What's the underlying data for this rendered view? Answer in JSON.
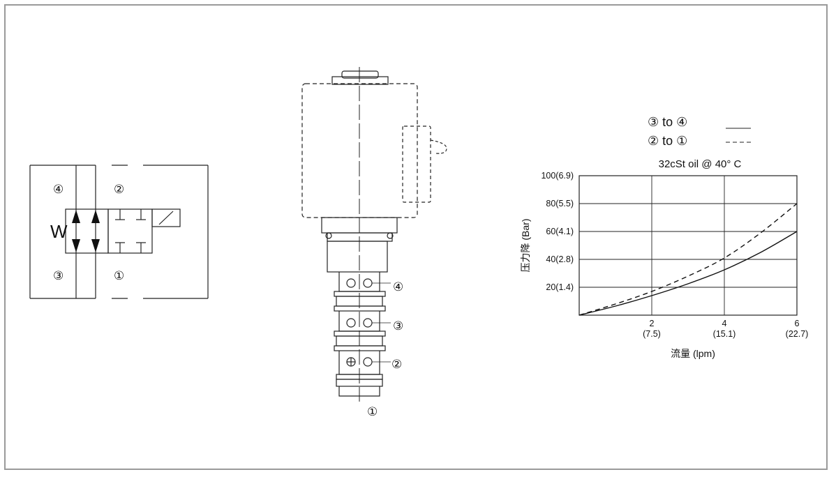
{
  "schematic": {
    "spring_label": "W",
    "ports": [
      "④",
      "②",
      "③",
      "①"
    ]
  },
  "valve_body": {
    "ports": [
      "④",
      "③",
      "②",
      "①"
    ]
  },
  "chart_data": {
    "type": "line",
    "title": "32cSt oil @ 40°  C",
    "legend": [
      {
        "label": "③ to ④",
        "style": "solid"
      },
      {
        "label": "② to ①",
        "style": "dashed"
      }
    ],
    "ylabel": "压力降 (Bar)",
    "xlabel": "流量 (lpm)",
    "x_ticks": [
      {
        "value": 2,
        "top": "2",
        "bottom": "(7.5)"
      },
      {
        "value": 4,
        "top": "4",
        "bottom": "(15.1)"
      },
      {
        "value": 6,
        "top": "6",
        "bottom": "(22.7)"
      }
    ],
    "y_ticks": [
      {
        "value": 20,
        "label": "20(1.4)"
      },
      {
        "value": 40,
        "label": "40(2.8)"
      },
      {
        "value": 60,
        "label": "60(4.1)"
      },
      {
        "value": 80,
        "label": "80(5.5)"
      },
      {
        "value": 100,
        "label": "100(6.9)"
      }
    ],
    "xlim": [
      0,
      6
    ],
    "ylim": [
      0,
      100
    ],
    "grid": true,
    "series": [
      {
        "style": "solid",
        "x": [
          0,
          1,
          2,
          3,
          4,
          5,
          6
        ],
        "y": [
          0,
          6.5,
          14,
          22.5,
          32.5,
          45,
          60
        ]
      },
      {
        "style": "dashed",
        "x": [
          0,
          1,
          2,
          3,
          4,
          5,
          6
        ],
        "y": [
          0,
          8,
          17,
          28,
          41,
          59,
          80
        ]
      }
    ]
  }
}
